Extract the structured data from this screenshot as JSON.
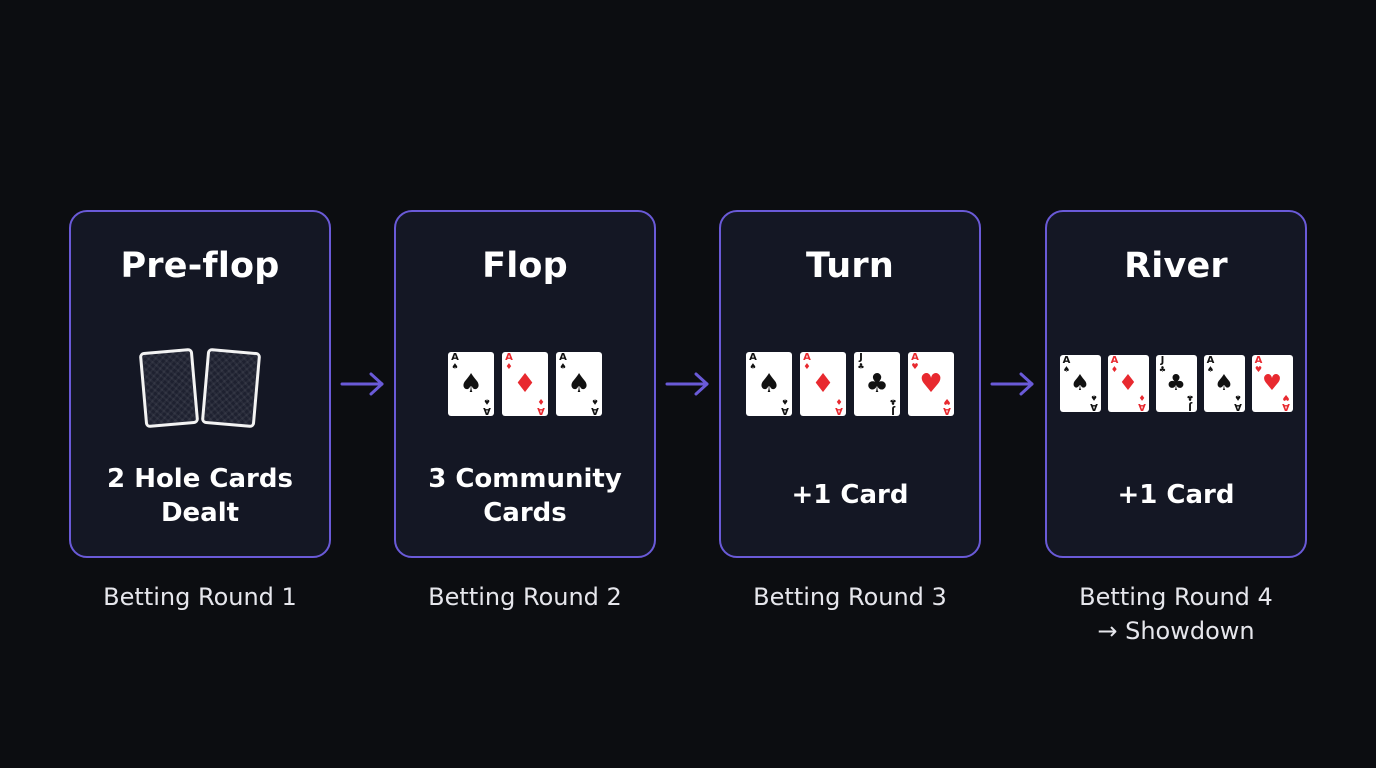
{
  "stages": [
    {
      "title": "Pre-flop",
      "description_lines": [
        "2 Hole Cards",
        "Dealt"
      ],
      "round_lines": [
        "Betting Round 1"
      ]
    },
    {
      "title": "Flop",
      "description_lines": [
        "3 Community",
        "Cards"
      ],
      "round_lines": [
        "Betting Round 2"
      ],
      "cards": [
        {
          "rank": "A",
          "suit": "spade",
          "color": "black"
        },
        {
          "rank": "A",
          "suit": "diamond",
          "color": "red"
        },
        {
          "rank": "A",
          "suit": "spade",
          "color": "black"
        }
      ]
    },
    {
      "title": "Turn",
      "description_lines": [
        "+1 Card"
      ],
      "round_lines": [
        "Betting Round 3"
      ],
      "cards": [
        {
          "rank": "A",
          "suit": "spade",
          "color": "black"
        },
        {
          "rank": "A",
          "suit": "diamond",
          "color": "red"
        },
        {
          "rank": "J",
          "suit": "club",
          "color": "black"
        },
        {
          "rank": "A",
          "suit": "heart",
          "color": "red"
        }
      ]
    },
    {
      "title": "River",
      "description_lines": [
        "+1 Card"
      ],
      "round_lines": [
        "Betting Round 4",
        "→ Showdown"
      ],
      "cards": [
        {
          "rank": "A",
          "suit": "spade",
          "color": "black"
        },
        {
          "rank": "A",
          "suit": "diamond",
          "color": "red"
        },
        {
          "rank": "J",
          "suit": "club",
          "color": "black"
        },
        {
          "rank": "A",
          "suit": "spade",
          "color": "black"
        },
        {
          "rank": "A",
          "suit": "heart",
          "color": "red"
        }
      ]
    }
  ],
  "colors": {
    "background": "#0c0d11",
    "panel": "#141724",
    "accent": "#6a5ad8",
    "red_suit": "#e8292f"
  },
  "suit_glyphs": {
    "spade": "♠",
    "diamond": "♦",
    "club": "♣",
    "heart": "♥"
  }
}
